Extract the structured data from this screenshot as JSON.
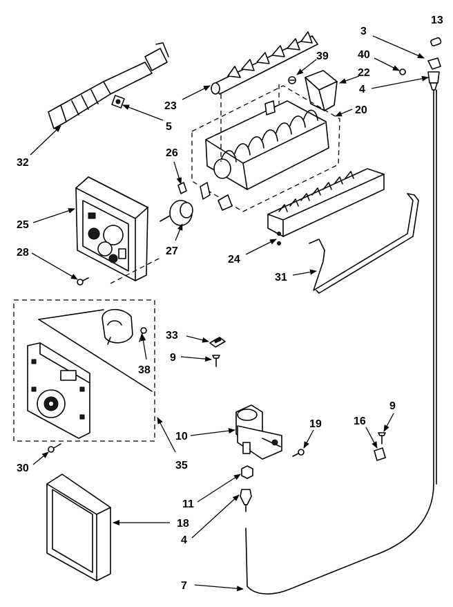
{
  "callouts": {
    "c3": "3",
    "c13": "13",
    "c40": "40",
    "c39": "39",
    "c22": "22",
    "c4a": "4",
    "c23": "23",
    "c5": "5",
    "c20": "20",
    "c32": "32",
    "c26": "26",
    "c25": "25",
    "c28": "28",
    "c27": "27",
    "c24": "24",
    "c31": "31",
    "c33": "33",
    "c9a": "9",
    "c38": "38",
    "c9b": "9",
    "c16": "16",
    "c19": "19",
    "c10": "10",
    "c30": "30",
    "c35": "35",
    "c11": "11",
    "c18": "18",
    "c4b": "4",
    "c7": "7"
  }
}
